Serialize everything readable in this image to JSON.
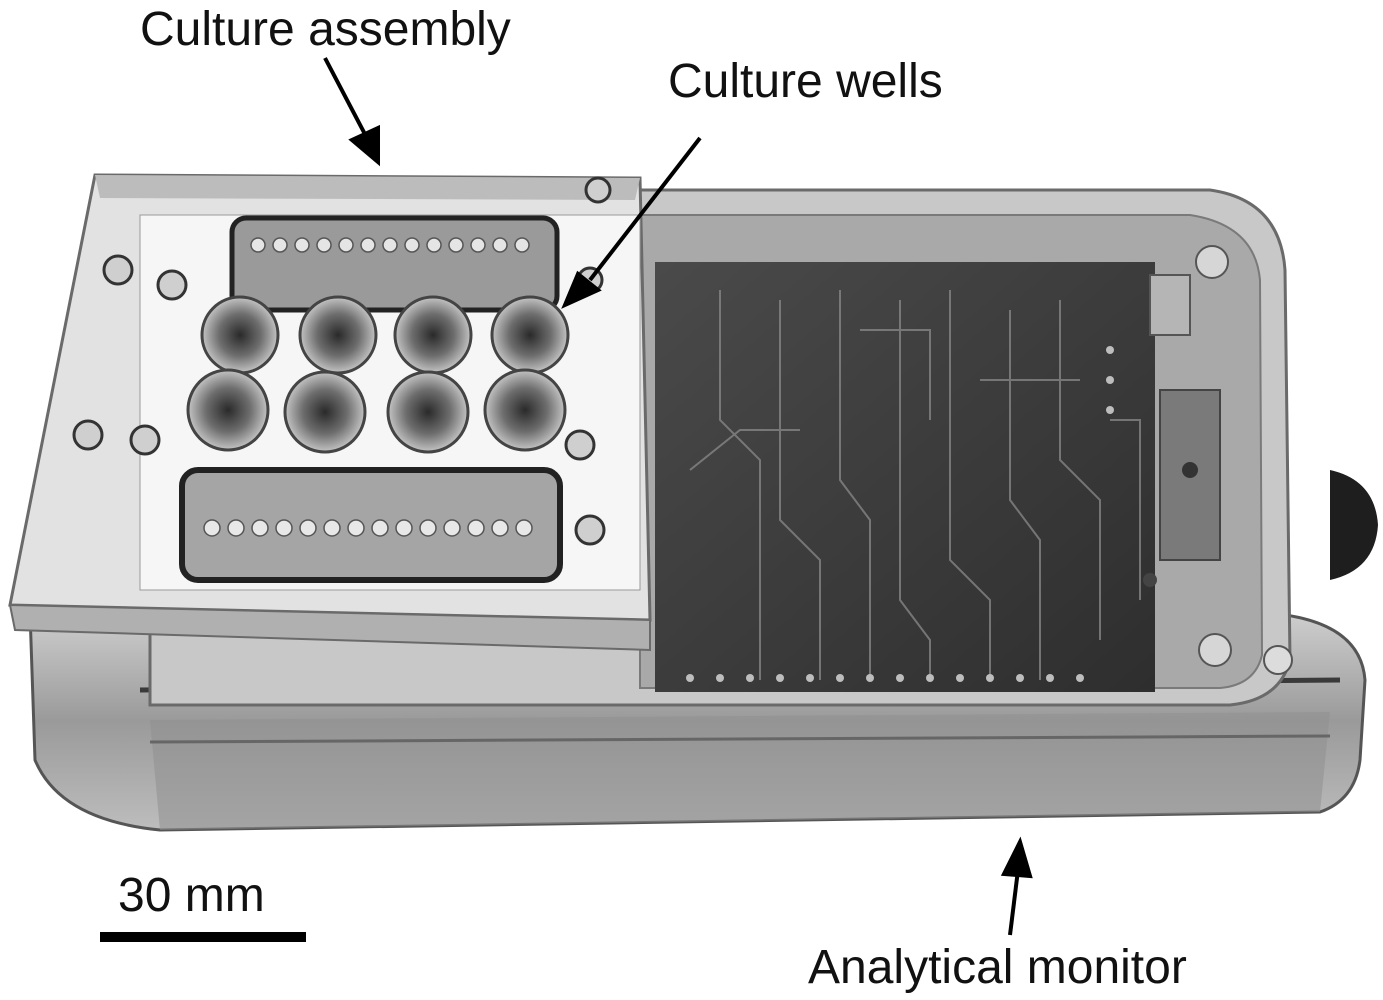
{
  "labels": {
    "culture_assembly": "Culture assembly",
    "culture_wells": "Culture wells",
    "analytical_monitor": "Analytical monitor"
  },
  "scale_bar": {
    "text": "30 mm"
  },
  "photo": {
    "subject": "transparent enclosure with culture assembly and circuit board",
    "palette": {
      "dark": "#2b2b2b",
      "mid": "#8a8a8a",
      "light": "#d9d9d9",
      "white": "#f4f4f4"
    }
  }
}
